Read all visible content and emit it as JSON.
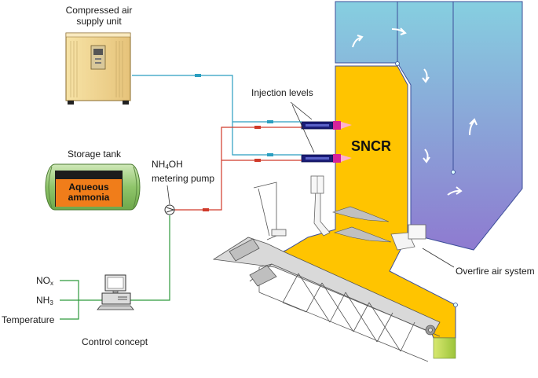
{
  "labels": {
    "compressed_air_line1": "Compressed air",
    "compressed_air_line2": "supply unit",
    "injection_levels": "Injection levels",
    "storage_tank": "Storage tank",
    "tank_content_line1": "Aqueous",
    "tank_content_line2": "ammonia",
    "pump_chem_main": "NH",
    "pump_chem_sub": "4",
    "pump_chem_end": "OH",
    "pump_line2": "metering pump",
    "sncr": "SNCR",
    "overfire_air": "Overfire air system",
    "input_nox_main": "NO",
    "input_nox_sub": "x",
    "input_nh3_main": "NH",
    "input_nh3_sub": "3",
    "input_temperature": "Temperature",
    "control_concept": "Control concept"
  },
  "colors": {
    "flue_gas_top": "#86cfe0",
    "flue_gas_bottom": "#8e7ad0",
    "furnace_fill": "#ffc400",
    "air_line": "#2a9ec0",
    "ammonia_line": "#d03a2a",
    "signal_line": "#2e9a3c",
    "tank_body": "#9ccf7a",
    "tank_content": "#f07d1a",
    "air_unit": "#f2d690"
  },
  "icons": {
    "compressor": "compressed-air-cabinet-icon",
    "tank": "storage-tank-icon",
    "pump": "metering-pump-icon",
    "computer": "computer-workstation-icon"
  }
}
